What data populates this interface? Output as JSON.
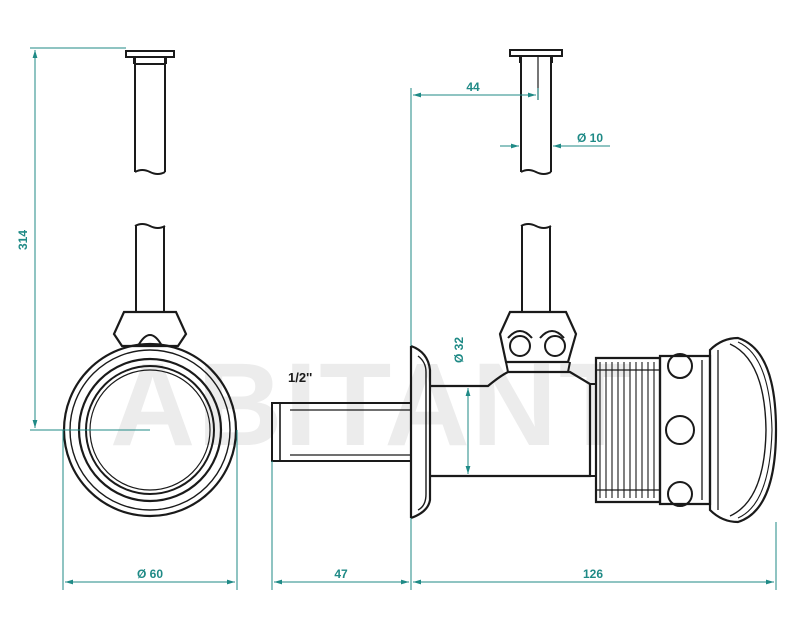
{
  "drawing": {
    "watermark_text": "ABITANT",
    "dimensions": {
      "height": "314",
      "diameter_front": "Ø 60",
      "diameter_rod": "Ø 10",
      "diameter_body": "Ø 32",
      "offset": "44",
      "thread_length": "47",
      "body_length": "126"
    },
    "thread_label": "1/2''"
  },
  "colors": {
    "dimension_line": "#1f8a86",
    "part_outline": "#1a1a1a",
    "watermark": "#e9e9e9",
    "background": "#ffffff"
  }
}
